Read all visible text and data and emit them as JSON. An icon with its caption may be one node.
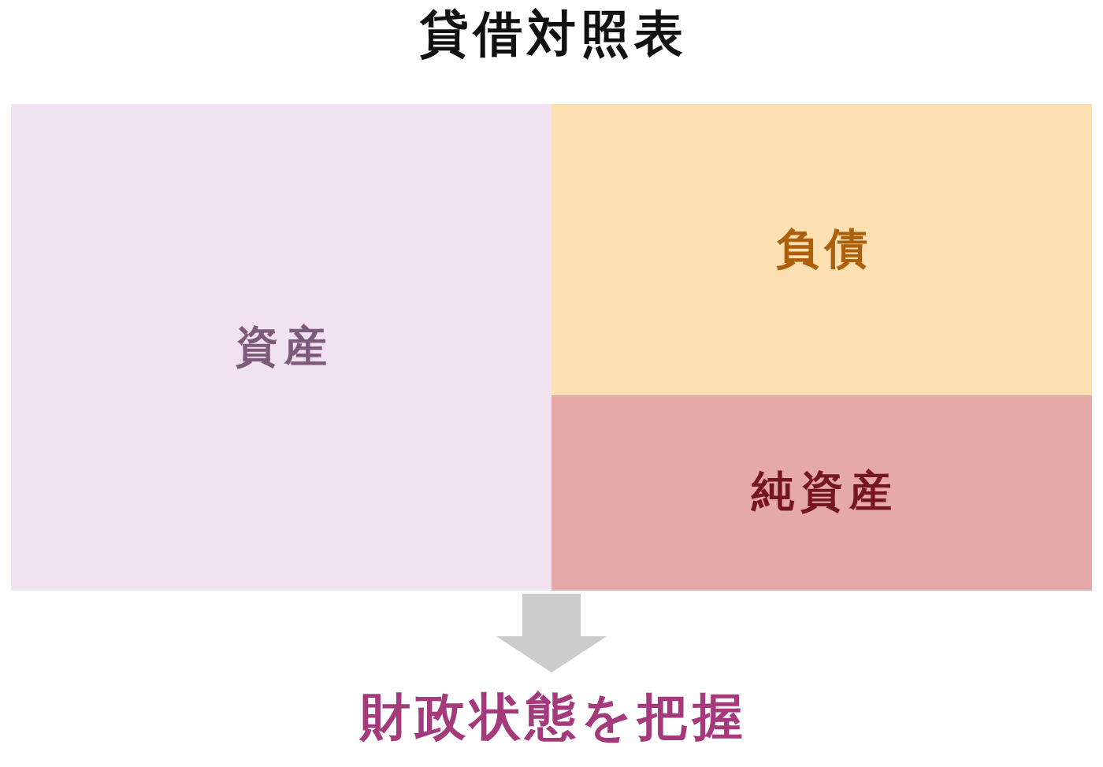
{
  "diagram": {
    "nodes": [
      {
        "text": [
          "貸借対照表"
        ]
      },
      {
        "text": [
          "資産"
        ],
        "in": 0
      },
      {
        "text": [
          "負債"
        ],
        "in": 0
      },
      {
        "text": [
          "純資産"
        ],
        "in": 0
      },
      {
        "text": [
          "財政状態を把握"
        ]
      }
    ],
    "edges": [
      {
        "from": 0,
        "to": 4,
        "arrow": "to"
      }
    ]
  }
}
